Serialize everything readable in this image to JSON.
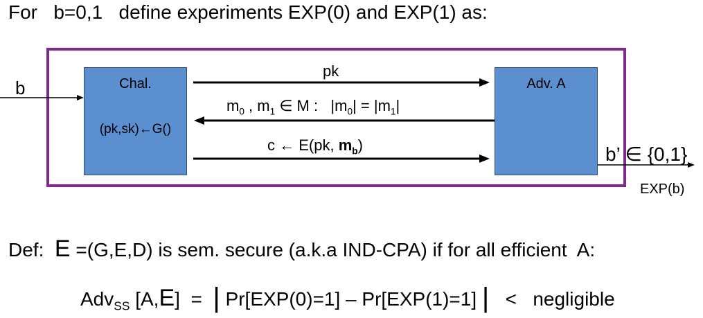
{
  "heading": "For   b=0,1   define experiments EXP(0) and EXP(1) as:",
  "challenger": {
    "title": "Chal.",
    "generation": "(pk,sk)←G()"
  },
  "adversary": {
    "title": "Adv. A"
  },
  "input_label": "b",
  "messages": {
    "pk": "pk",
    "m0_prefix": "m",
    "m0_sub": "0",
    "m1_prefix": " , m",
    "m1_sub": "1",
    "in_M": " ∈ M :   |m",
    "len0_sub": "0",
    "len_mid": "| = |m",
    "len1_sub": "1",
    "len_end": "|",
    "c_prefix": "c ← E(pk, ",
    "mb": "m",
    "mb_sub": "b",
    "c_suffix": ")"
  },
  "output": {
    "bprime": "b’ ∈ {0,1}",
    "exp_label": "EXP(b)"
  },
  "definition": {
    "prefix": "Def:  ",
    "E_symbol": "E",
    "rest": " =(G,E,D) is sem. secure (a.k.a IND-CPA) if for all efficient  A:"
  },
  "advantage": {
    "adv": "Adv",
    "adv_sub": "SS",
    "bracket_open": " [A,",
    "E_symbol": "E",
    "bracket_close": "]  =  ",
    "bar_left": "|",
    "expr": " Pr[EXP(0)=1] – Pr[EXP(1)=1] ",
    "bar_right": "|",
    "suffix": "   <   negligible"
  }
}
